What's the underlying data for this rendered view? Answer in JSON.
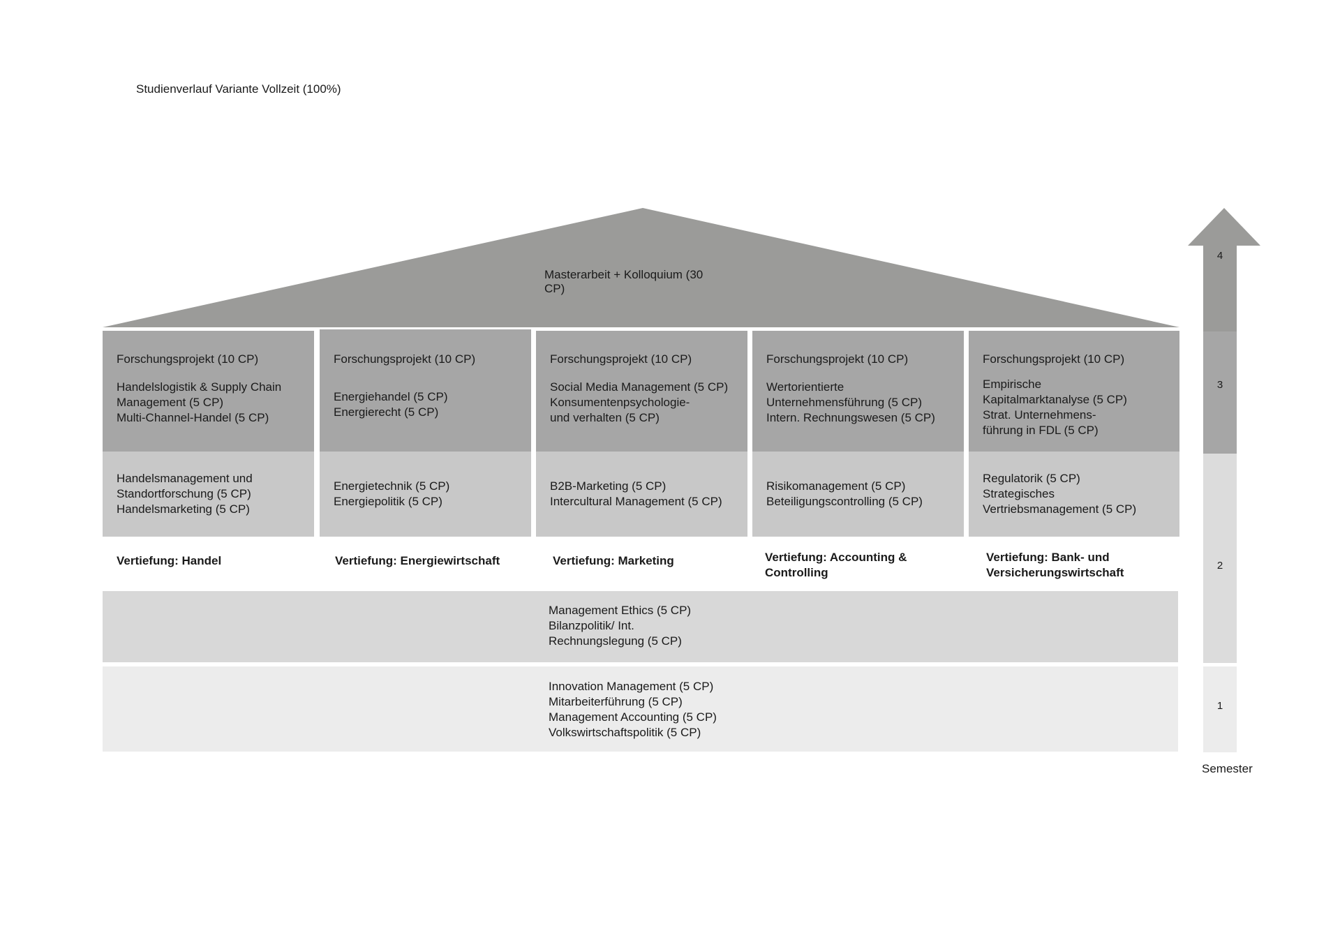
{
  "title": "Studienverlauf Variante Vollzeit (100%)",
  "roof": {
    "label": "Masterarbeit + Kolloquium (30 CP)"
  },
  "columns": [
    {
      "upper": [
        "Forschungsprojekt (10 CP)",
        "",
        "Handelslogistik & Supply Chain",
        "Management (5 CP)",
        "Multi-Channel-Handel (5 CP)"
      ],
      "lower": [
        "Handelsmanagement und",
        "Standortforschung (5 CP)",
        "Handelsmarketing (5 CP)"
      ],
      "vertiefung": [
        "Vertiefung: Handel"
      ]
    },
    {
      "upper": [
        "Forschungsprojekt (10 CP)",
        "",
        "Energiehandel (5 CP)",
        "Energierecht (5 CP)"
      ],
      "lower": [
        "Energietechnik (5 CP)",
        "Energiepolitik (5 CP)"
      ],
      "vertiefung": [
        "Vertiefung: Energiewirtschaft"
      ]
    },
    {
      "upper": [
        "Forschungsprojekt (10 CP)",
        "",
        "Social Media Management (5 CP)",
        "Konsumentenpsychologie-",
        "und verhalten (5 CP)"
      ],
      "lower": [
        "B2B-Marketing (5 CP)",
        "Intercultural Management (5 CP)"
      ],
      "vertiefung": [
        "Vertiefung: Marketing"
      ]
    },
    {
      "upper": [
        "Forschungsprojekt (10 CP)",
        "",
        "Wertorientierte",
        "Unternehmensführung (5 CP)",
        "Intern. Rechnungswesen (5 CP)"
      ],
      "lower": [
        "Risikomanagement (5 CP)",
        "Beteiligungscontrolling (5 CP)"
      ],
      "vertiefung": [
        "Vertiefung: Accounting &",
        "Controlling"
      ]
    },
    {
      "upper": [
        "Forschungsprojekt (10 CP)",
        "",
        "Empirische",
        "Kapitalmarktanalyse (5 CP)",
        "Strat. Unternehmens-",
        "führung in FDL (5 CP)"
      ],
      "lower": [
        "Regulatorik (5 CP)",
        "Strategisches",
        "Vertriebsmanagement (5 CP)"
      ],
      "vertiefung": [
        "Vertiefung: Bank- und",
        "Versicherungswirtschaft"
      ]
    }
  ],
  "semester2_band": [
    "Management Ethics (5 CP)",
    "Bilanzpolitik/ Int.",
    "Rechnungslegung (5 CP)"
  ],
  "semester1_band": [
    "Innovation Management (5 CP)",
    "Mitarbeiterführung (5 CP)",
    "Management Accounting (5 CP)",
    "Volkswirtschaftspolitik (5 CP)"
  ],
  "semester_axis": {
    "label": "Semester",
    "numbers": [
      "4",
      "3",
      "2",
      "1"
    ]
  },
  "colors": {
    "roof": "#9b9b99",
    "upper": "#a6a6a6",
    "lower": "#c8c8c8",
    "band2": "#d8d8d8",
    "band1": "#ececec",
    "arrow4": "#9b9b99",
    "seg3": "#a6a6a6",
    "seg2": "#dcdcdc",
    "seg1": "#ececec"
  }
}
